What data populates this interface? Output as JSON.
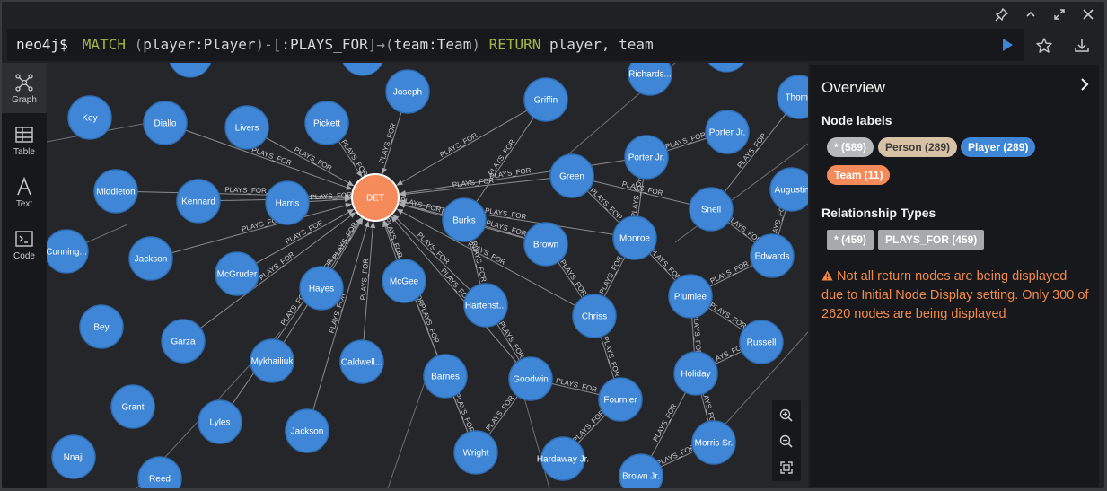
{
  "editor": {
    "prompt": "neo4j$",
    "query": [
      {
        "t": "MATCH",
        "c": "kw"
      },
      {
        "t": " ",
        "c": "tx"
      },
      {
        "t": "(",
        "c": "pn"
      },
      {
        "t": "player:Player",
        "c": "tx"
      },
      {
        "t": ")-[",
        "c": "pn"
      },
      {
        "t": ":PLAYS_FOR",
        "c": "tx"
      },
      {
        "t": "]→(",
        "c": "pn"
      },
      {
        "t": "team:Team",
        "c": "tx"
      },
      {
        "t": ")",
        "c": "pn"
      },
      {
        "t": " ",
        "c": "tx"
      },
      {
        "t": "RETURN",
        "c": "kw"
      },
      {
        "t": " player, team",
        "c": "tx"
      }
    ]
  },
  "window_icons": [
    "pin-icon",
    "collapse-icon",
    "expand-icon",
    "close-icon"
  ],
  "editor_actions": [
    "run-icon",
    "star-icon",
    "download-icon"
  ],
  "sidebar": {
    "items": [
      {
        "label": "Graph",
        "icon": "graph-icon",
        "active": true
      },
      {
        "label": "Table",
        "icon": "table-icon"
      },
      {
        "label": "Text",
        "icon": "text-icon"
      },
      {
        "label": "Code",
        "icon": "code-icon"
      }
    ]
  },
  "graph": {
    "edge_label": "PLAYS_FOR",
    "hub": {
      "label": "DET",
      "color": "#f58a5b"
    },
    "node_color": "#3f87d6",
    "nodes": [
      "Key",
      "Diallo",
      "Livers",
      "Pickett",
      "Joseph",
      "Griffin",
      "Richards...",
      "Porter Jr.",
      "Thoma",
      "Middleton",
      "Kennard",
      "Harris",
      "Green",
      "Porter Jr.",
      "Augustin",
      "Cunning...",
      "Jackson",
      "McGruder",
      "Burks",
      "Snell",
      "Brown",
      "Monroe",
      "Edwards",
      "Bey",
      "Garza",
      "Hayes",
      "McGee",
      "Hartenst...",
      "Plumlee",
      "Chriss",
      "Russell",
      "Mykhailiuk",
      "Caldwell...",
      "Barnes",
      "Goodwin",
      "Holiday",
      "Fournier",
      "Grant",
      "Lyles",
      "Jackson",
      "Morris Sr.",
      "Nnaji",
      "Reed",
      "Wright",
      "Hardaway Jr.",
      "Brown Jr."
    ]
  },
  "overview": {
    "title": "Overview",
    "node_labels_title": "Node labels",
    "node_labels": [
      {
        "text": "* (589)",
        "bg": "#b7b9bd",
        "fg": "#ffffff"
      },
      {
        "text": "Person (289)",
        "bg": "#d8c2a6",
        "fg": "#3c3c3c"
      },
      {
        "text": "Player (289)",
        "bg": "#3f87d6",
        "fg": "#ffffff"
      },
      {
        "text": "Team (11)",
        "bg": "#f58a5b",
        "fg": "#ffffff"
      }
    ],
    "rel_types_title": "Relationship Types",
    "rel_types": [
      {
        "text": "* (459)",
        "bg": "#a7a9ad",
        "fg": "#ffffff"
      },
      {
        "text": "PLAYS_FOR (459)",
        "bg": "#a7a9ad",
        "fg": "#ffffff"
      }
    ],
    "warning": "Not all return nodes are being displayed due to Initial Node Display setting. Only 300 of 2620 nodes are being displayed"
  },
  "zoom": [
    "zoom-in-icon",
    "zoom-out-icon",
    "fit-icon"
  ]
}
